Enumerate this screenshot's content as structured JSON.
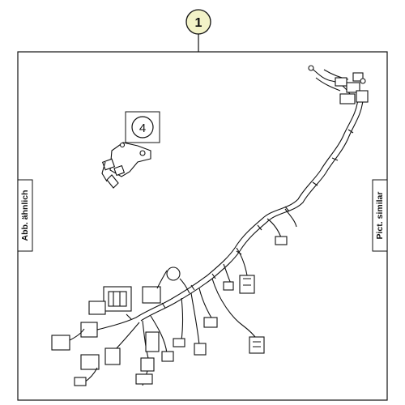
{
  "callouts": {
    "main": "1",
    "secondary": "4"
  },
  "side_labels": {
    "left": "Abb. ähnlich",
    "right": "Pict. similar"
  },
  "colors": {
    "callout_main_fill": "#f3f3c8",
    "callout_secondary_fill": "#ffffff",
    "line": "#111111"
  }
}
